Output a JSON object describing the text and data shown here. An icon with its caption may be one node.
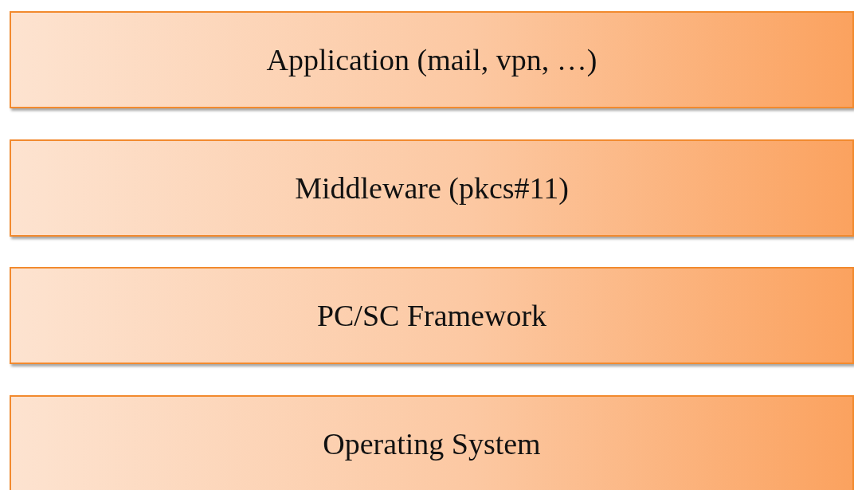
{
  "diagram": {
    "nodes": [
      {
        "text": [
          "Application (mail, vpn, …)"
        ]
      },
      {
        "text": [
          "Middleware (pkcs#11)"
        ]
      },
      {
        "text": [
          "PC/SC Framework"
        ]
      },
      {
        "text": [
          "Operating System"
        ]
      }
    ]
  }
}
